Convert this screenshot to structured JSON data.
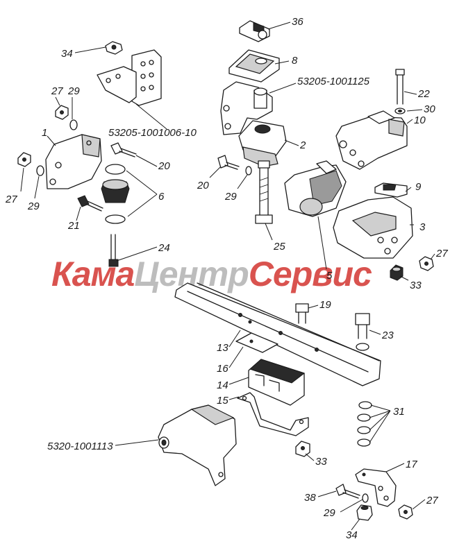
{
  "watermark": {
    "part1": "Кама",
    "part2": "Центр",
    "part3": "Сервис",
    "color_red": "#d9534f",
    "color_gray": "#bdbdbd"
  },
  "labels": {
    "l36": "36",
    "l34_top": "34",
    "l8": "8",
    "l53205_1001125": "53205-1001125",
    "l22": "22",
    "l27_a": "27",
    "l29_a": "29",
    "l30": "30",
    "l10": "10",
    "l53205_1001006_10": "53205-1001006-10",
    "l1": "1",
    "l2": "2",
    "l20_a": "20",
    "l20_b": "20",
    "l27_b": "27",
    "l29_b": "29",
    "l6": "6",
    "l29_c": "29",
    "l9": "9",
    "l21": "21",
    "l25": "25",
    "l3": "3",
    "l24": "24",
    "l27_c": "27",
    "l5": "5",
    "l33_a": "33",
    "l19": "19",
    "l23": "23",
    "l13": "13",
    "l16": "16",
    "l14": "14",
    "l15": "15",
    "l31": "31",
    "l5320_1001113": "5320-1001113",
    "l33_b": "33",
    "l17": "17",
    "l38": "38",
    "l27_d": "27",
    "l29_d": "29",
    "l34_bottom": "34"
  }
}
